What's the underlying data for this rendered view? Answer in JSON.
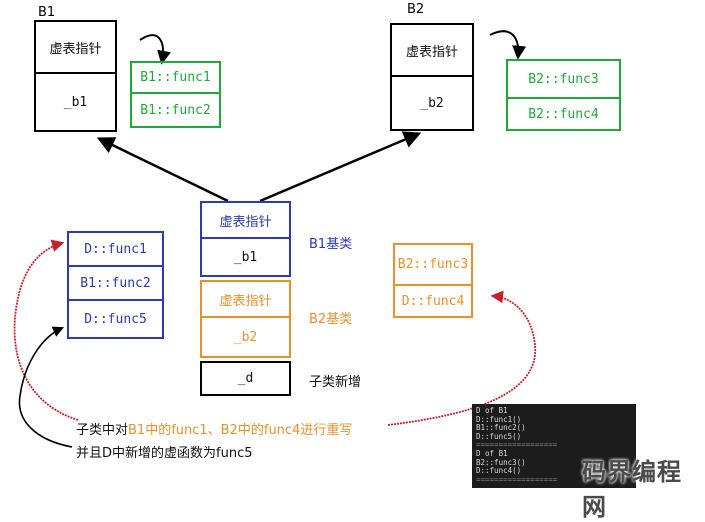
{
  "b1": {
    "name": "B1",
    "vptr": "虚表指针",
    "member": "_b1",
    "vtable": [
      "B1::func1",
      "B1::func2"
    ]
  },
  "b2": {
    "name": "B2",
    "vptr": "虚表指针",
    "member": "_b2",
    "vtable": [
      "B2::func3",
      "B2::func4"
    ]
  },
  "d": {
    "b1_part": {
      "vptr": "虚表指针",
      "member": "_b1",
      "label": "B1基类"
    },
    "b2_part": {
      "vptr": "虚表指针",
      "member": "_b2",
      "label": "B2基类"
    },
    "member": "_d",
    "member_label": "子类新增",
    "vtable_b1": [
      "D::func1",
      "B1::func2",
      "D::func5"
    ],
    "vtable_b2": [
      "B2::func3",
      "D::func4"
    ]
  },
  "note": {
    "line1_pre": "子类中对",
    "line1_b1": "B1中的func1、B2中的func4进行重写",
    "line2": "并且D中新增的虚函数为func5"
  },
  "terminal": {
    "lines": [
      "D of B1",
      "D::func1()",
      "B1::func2()",
      "D::func5()",
      "==================",
      "D of B1",
      "B2::func3()",
      "D::func4()",
      "=================="
    ]
  },
  "watermark": "码界编程网",
  "colors": {
    "green": "#22a83a",
    "blue": "#2b3ab5",
    "orange": "#e8902c",
    "red": "#c8202a"
  }
}
